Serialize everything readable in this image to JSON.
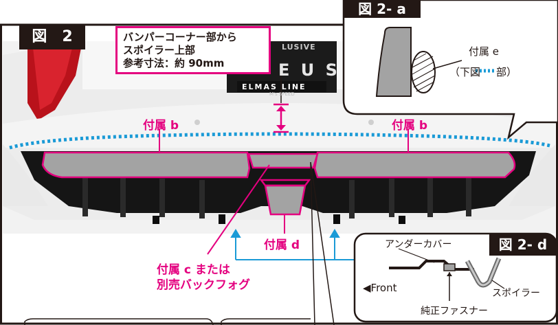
{
  "figures": {
    "main": "図　2",
    "detail_a": "図 2- a",
    "detail_d": "図 2- d"
  },
  "callout": {
    "line1": "バンパーコーナー部から",
    "line2": "スポイラー上部",
    "line3": "参考寸法：約 90mm"
  },
  "labels": {
    "part_b_left": "付属 b",
    "part_b_right": "付属 b",
    "part_d": "付属 d",
    "part_c_line1": "付属 c または",
    "part_c_line2": "別売バックフォグ"
  },
  "detail_a": {
    "part_e": "付属 e",
    "note_prefix": "（下図",
    "note_suffix": "部）"
  },
  "detail_d": {
    "under_cover": "アンダーカバー",
    "front": "◀Front",
    "spoiler": "スポイラー",
    "fastener": "純正ファスナー"
  },
  "plate": {
    "line1": "LUSIVE",
    "line2": "E U S",
    "line3": "ELMAS LINE",
    "line4": "M's SPEED"
  },
  "colors": {
    "magenta": "#e4007f",
    "cyan_dots": "#1a9ad6",
    "gray_fill": "#a3a3a3",
    "dark_tag": "#231815"
  }
}
